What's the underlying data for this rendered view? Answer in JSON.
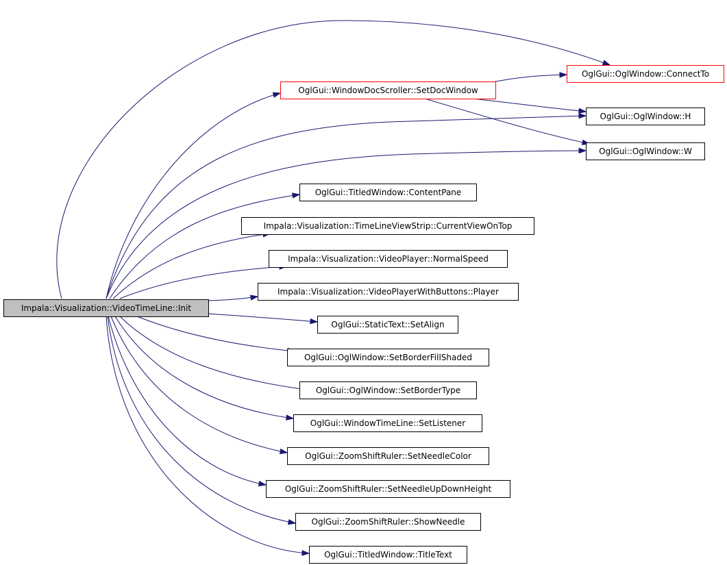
{
  "graph": {
    "root": {
      "id": "init",
      "label": "Impala::Visualization::VideoTimeLine::Init"
    },
    "nodes": [
      {
        "id": "setdocwindow",
        "label": "OglGui::WindowDocScroller::SetDocWindow",
        "red_border": true
      },
      {
        "id": "connectto",
        "label": "OglGui::OglWindow::ConnectTo",
        "red_border": true
      },
      {
        "id": "h",
        "label": "OglGui::OglWindow::H",
        "red_border": false
      },
      {
        "id": "w",
        "label": "OglGui::OglWindow::W",
        "red_border": false
      },
      {
        "id": "contentpane",
        "label": "OglGui::TitledWindow::ContentPane",
        "red_border": false
      },
      {
        "id": "currentviewontop",
        "label": "Impala::Visualization::TimeLineViewStrip::CurrentViewOnTop",
        "red_border": false
      },
      {
        "id": "normalspeed",
        "label": "Impala::Visualization::VideoPlayer::NormalSpeed",
        "red_border": false
      },
      {
        "id": "player",
        "label": "Impala::Visualization::VideoPlayerWithButtons::Player",
        "red_border": false
      },
      {
        "id": "setalign",
        "label": "OglGui::StaticText::SetAlign",
        "red_border": false
      },
      {
        "id": "setborderfillshaded",
        "label": "OglGui::OglWindow::SetBorderFillShaded",
        "red_border": false
      },
      {
        "id": "setbordertype",
        "label": "OglGui::OglWindow::SetBorderType",
        "red_border": false
      },
      {
        "id": "setlistener",
        "label": "OglGui::WindowTimeLine::SetListener",
        "red_border": false
      },
      {
        "id": "setneedlecolor",
        "label": "OglGui::ZoomShiftRuler::SetNeedleColor",
        "red_border": false
      },
      {
        "id": "setneedleupdownheight",
        "label": "OglGui::ZoomShiftRuler::SetNeedleUpDownHeight",
        "red_border": false
      },
      {
        "id": "showneedle",
        "label": "OglGui::ZoomShiftRuler::ShowNeedle",
        "red_border": false
      },
      {
        "id": "titletext",
        "label": "OglGui::TitledWindow::TitleText",
        "red_border": false
      }
    ],
    "edges": [
      {
        "from": "init",
        "to": "connectto"
      },
      {
        "from": "init",
        "to": "setdocwindow"
      },
      {
        "from": "init",
        "to": "h"
      },
      {
        "from": "init",
        "to": "w"
      },
      {
        "from": "init",
        "to": "contentpane"
      },
      {
        "from": "init",
        "to": "currentviewontop"
      },
      {
        "from": "init",
        "to": "normalspeed"
      },
      {
        "from": "init",
        "to": "player"
      },
      {
        "from": "init",
        "to": "setalign"
      },
      {
        "from": "init",
        "to": "setborderfillshaded"
      },
      {
        "from": "init",
        "to": "setbordertype"
      },
      {
        "from": "init",
        "to": "setlistener"
      },
      {
        "from": "init",
        "to": "setneedlecolor"
      },
      {
        "from": "init",
        "to": "setneedleupdownheight"
      },
      {
        "from": "init",
        "to": "showneedle"
      },
      {
        "from": "init",
        "to": "titletext"
      },
      {
        "from": "setdocwindow",
        "to": "connectto"
      },
      {
        "from": "setdocwindow",
        "to": "h"
      },
      {
        "from": "setdocwindow",
        "to": "w"
      }
    ],
    "colors": {
      "edge": "#191970",
      "root_fill": "#bfbfbf",
      "linked_border": "#ff0000"
    }
  }
}
